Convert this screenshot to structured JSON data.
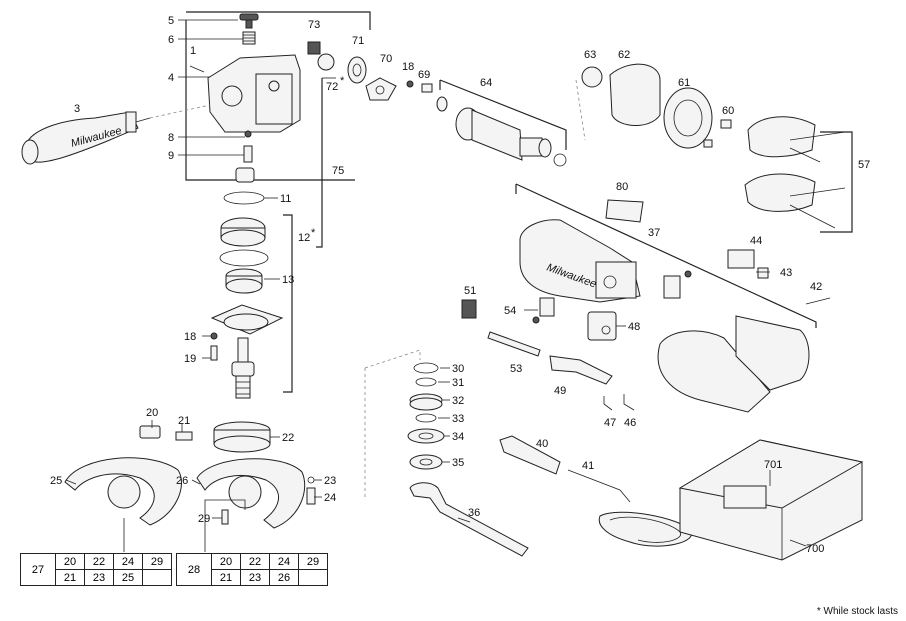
{
  "labels": {
    "p1": "1",
    "p3": "3",
    "p4": "4",
    "p5": "5",
    "p6": "6",
    "p8": "8",
    "p9": "9",
    "p11": "11",
    "p12": "12",
    "p12star": "*",
    "p13": "13",
    "p18a": "18",
    "p18b": "18",
    "p19": "19",
    "p20": "20",
    "p21": "21",
    "p22": "22",
    "p23": "23",
    "p24": "24",
    "p25": "25",
    "p26": "26",
    "p29": "29",
    "p30": "30",
    "p31": "31",
    "p32": "32",
    "p33": "33",
    "p34": "34",
    "p35": "35",
    "p36": "36",
    "p37": "37",
    "p40": "40",
    "p41": "41",
    "p42": "42",
    "p43": "43",
    "p44": "44",
    "p46": "46",
    "p47": "47",
    "p48": "48",
    "p49": "49",
    "p51": "51",
    "p53": "53",
    "p54": "54",
    "p57": "57",
    "p60": "60",
    "p61": "61",
    "p62": "62",
    "p63": "63",
    "p64": "64",
    "p69": "69",
    "p70": "70",
    "p71": "71",
    "p72": "72",
    "p72star": "*",
    "p73": "73",
    "p75": "75",
    "p80": "80",
    "p700": "700",
    "p701": "701"
  },
  "brand": "Milwaukee",
  "table_left": {
    "key": "27",
    "row1": [
      "20",
      "22",
      "24",
      "29"
    ],
    "row2": [
      "21",
      "23",
      "25",
      ""
    ]
  },
  "table_right": {
    "key": "28",
    "row1": [
      "20",
      "22",
      "24",
      "29"
    ],
    "row2": [
      "21",
      "23",
      "26",
      ""
    ]
  },
  "footnote": {
    "star": "*",
    "text": "While stock lasts"
  },
  "colors": {
    "brand_red": "#c0392b",
    "line": "#222222"
  }
}
